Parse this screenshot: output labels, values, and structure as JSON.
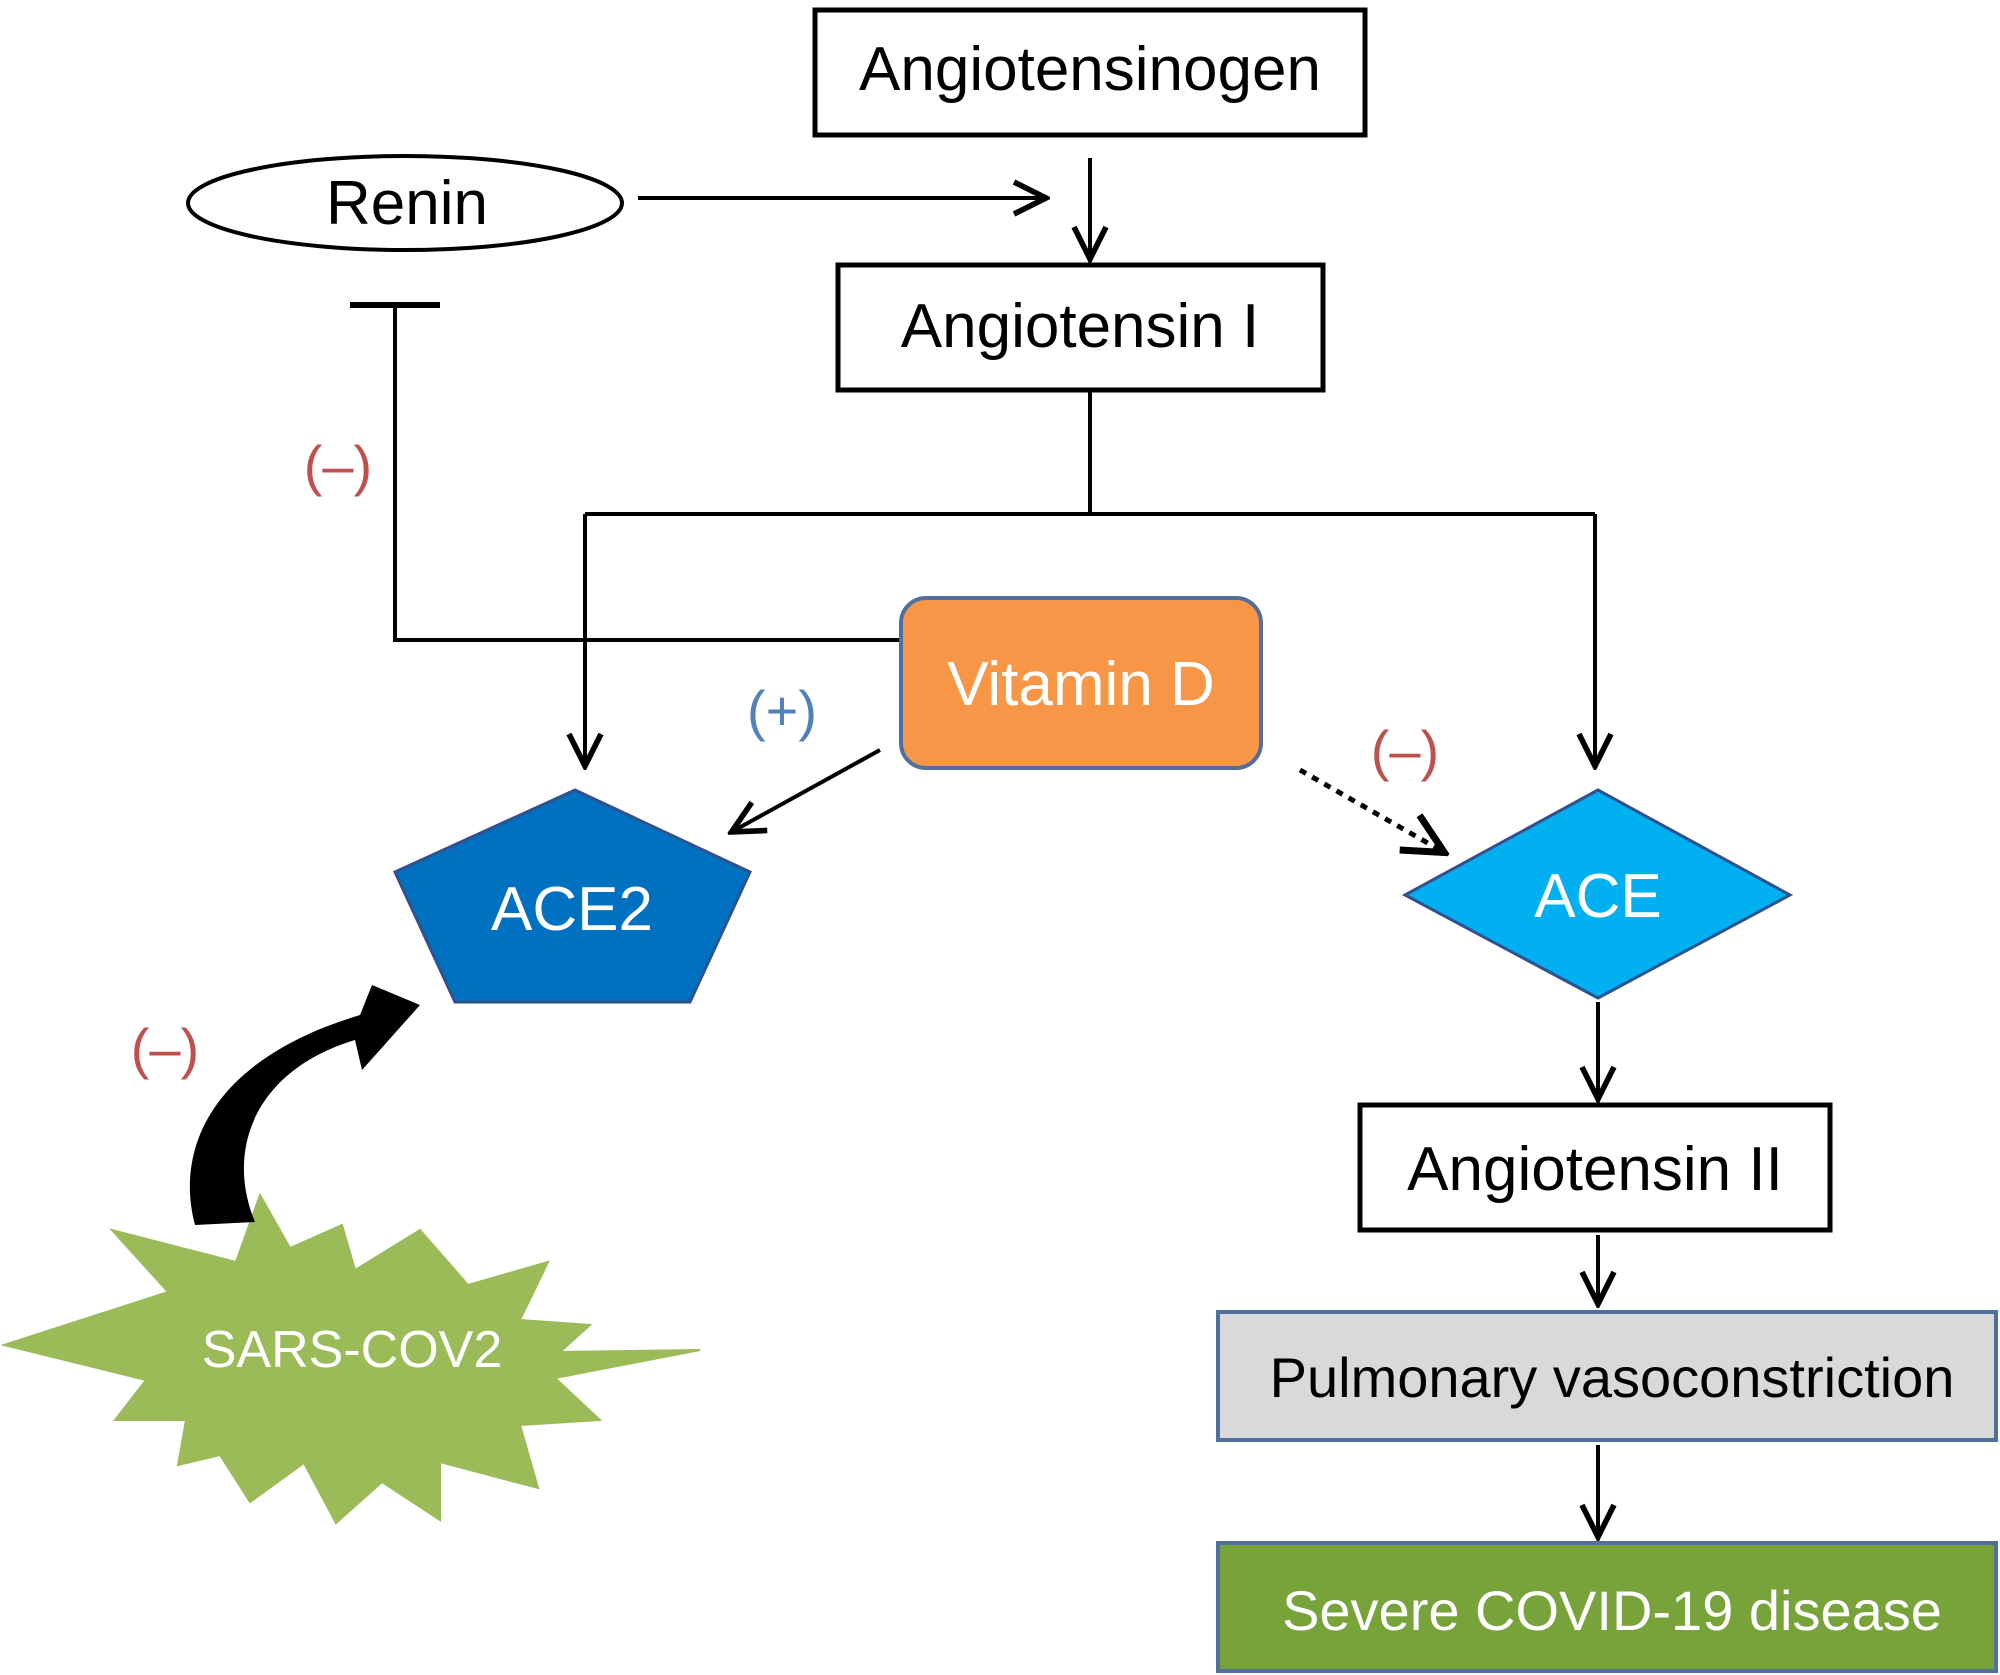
{
  "nodes": {
    "angiotensinogen": "Angiotensinogen",
    "renin": "Renin",
    "angiotensin_1": "Angiotensin I",
    "vitamin_d": "Vitamin D",
    "ace2": "ACE2",
    "ace": "ACE",
    "angiotensin_2": "Angiotensin II",
    "pulmonary": "Pulmonary vasoconstriction",
    "severe": "Severe COVID-19 disease",
    "sars": "SARS-COV2"
  },
  "signs": {
    "renin_inhibition": "(–)",
    "ace2_activation": "(+)",
    "ace_inhibition": "(–)",
    "sars_inhibition": "(–)"
  },
  "colors": {
    "vitamin_d": "#f79646",
    "ace2": "#0070c0",
    "ace": "#00b0f0",
    "sars": "#9bbb59",
    "pulmonary": "#d9d9d9",
    "severe": "#77a33a",
    "negative_sign": "#c0504d",
    "positive_sign": "#4f81bd"
  }
}
